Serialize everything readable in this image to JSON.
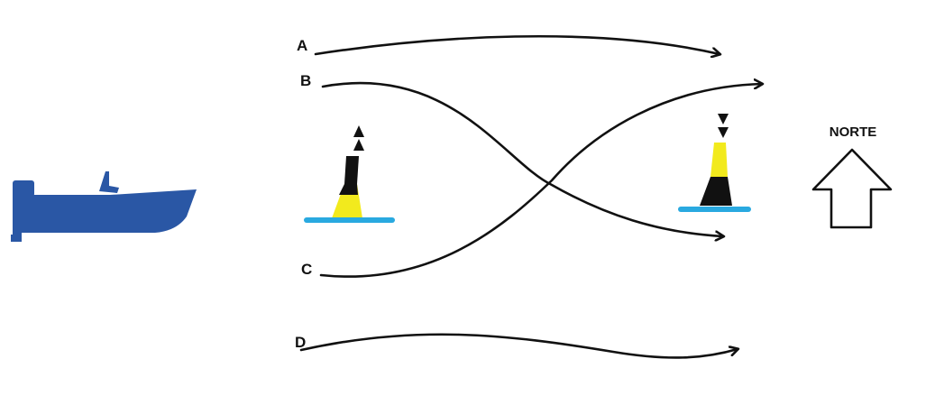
{
  "diagram": {
    "routes": [
      {
        "id": "A",
        "label": "A"
      },
      {
        "id": "B",
        "label": "B"
      },
      {
        "id": "C",
        "label": "C"
      },
      {
        "id": "D",
        "label": "D"
      }
    ],
    "north_label": "NORTE",
    "colors": {
      "boat": "#2a57a5",
      "water_line": "#29a9e0",
      "buoy_yellow": "#f2ea1d",
      "buoy_black": "#111111",
      "route_stroke": "#111111"
    },
    "icons": {
      "boat": "motorboat-icon",
      "west_buoy": "west-cardinal-buoy-icon",
      "east_buoy": "east-cardinal-buoy-icon",
      "north": "north-arrow-icon"
    }
  }
}
